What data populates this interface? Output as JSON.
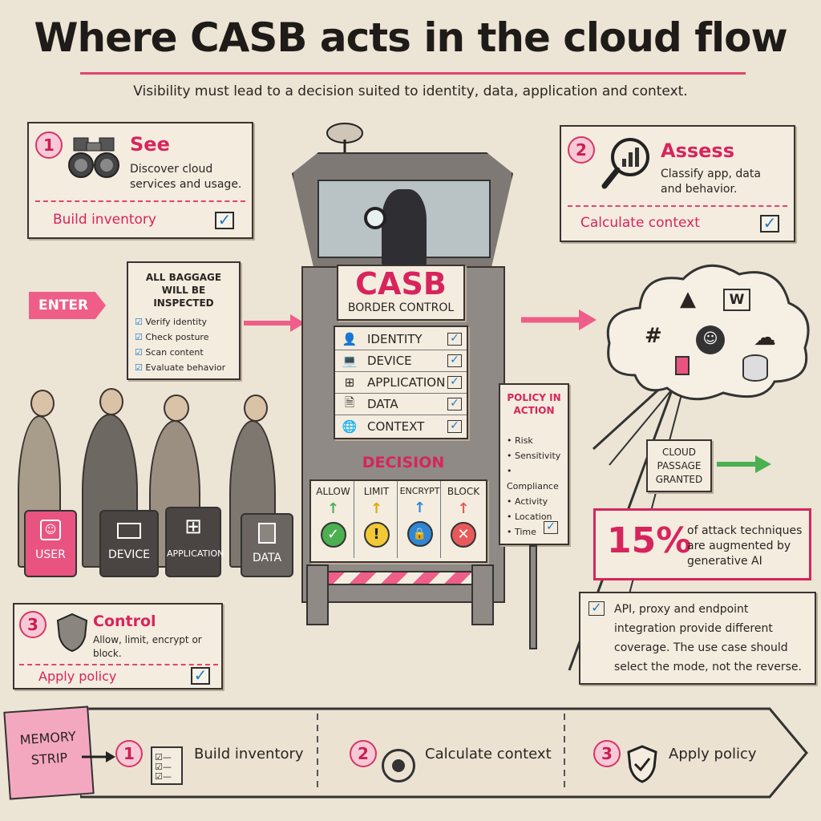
{
  "title": "Where CASB acts in the cloud flow",
  "subtitle": "Visibility must lead to a decision suited to identity, data, application and context.",
  "steps": [
    {
      "number": "1",
      "title": "See",
      "description": "Discover cloud services and usage.",
      "action": "Build inventory",
      "check": "✓"
    },
    {
      "number": "2",
      "title": "Assess",
      "description": "Classify app, data and behavior.",
      "action": "Calculate context",
      "check": "✓"
    },
    {
      "number": "3",
      "title": "Control",
      "description": "Allow, limit, encrypt or block.",
      "action": "Apply policy",
      "check": "✓"
    }
  ],
  "enter_label": "ENTER",
  "baggage_sign": {
    "heading": "ALL BAGGAGE WILL BE INSPECTED",
    "items": [
      "Verify identity",
      "Check posture",
      "Scan content",
      "Evaluate behavior"
    ]
  },
  "tower": {
    "title": "CASB",
    "subtitle": "BORDER CONTROL",
    "checks": [
      {
        "icon": "user-icon",
        "glyph": "👤",
        "label": "IDENTITY"
      },
      {
        "icon": "laptop-icon",
        "glyph": "💻",
        "label": "DEVICE"
      },
      {
        "icon": "apps-grid-icon",
        "glyph": "⊞",
        "label": "APPLICATION"
      },
      {
        "icon": "document-icon",
        "glyph": "🗎",
        "label": "DATA"
      },
      {
        "icon": "globe-icon",
        "glyph": "🌐",
        "label": "CONTEXT"
      }
    ],
    "decision_title": "DECISION",
    "decisions": [
      {
        "label": "ALLOW",
        "arrow": "↑",
        "symbol": "✓",
        "color": "#4caf50"
      },
      {
        "label": "LIMIT",
        "arrow": "↑",
        "symbol": "!",
        "color": "#f2c935"
      },
      {
        "label": "ENCRYPT",
        "arrow": "↑",
        "symbol": "🔒",
        "color": "#2f86d4"
      },
      {
        "label": "BLOCK",
        "arrow": "↑",
        "symbol": "✕",
        "color": "#e85a5a"
      }
    ]
  },
  "suitcases": [
    "USER",
    "DEVICE",
    "APPLICATION",
    "DATA"
  ],
  "policy_sign": {
    "heading": "POLICY IN ACTION",
    "items": [
      "Risk",
      "Sensitivity",
      "Compliance",
      "Activity",
      "Location",
      "Time"
    ]
  },
  "cloud_passage": "CLOUD PASSAGE GRANTED",
  "stat": {
    "value": "15%",
    "text": "of attack techniques are augmented by generative AI"
  },
  "note": "API, proxy and endpoint integration provide different coverage. The use case should select the mode, not the reverse.",
  "memory_strip": {
    "label": "MEMORY STRIP",
    "items": [
      {
        "number": "1",
        "text": "Build inventory",
        "icon": "clipboard-icon"
      },
      {
        "number": "2",
        "text": "Calculate context",
        "icon": "target-icon"
      },
      {
        "number": "3",
        "text": "Apply policy",
        "icon": "shield-check-icon"
      }
    ]
  },
  "colors": {
    "accent": "#d8245d",
    "check": "#1e79c6",
    "paper": "#ece4d4"
  }
}
